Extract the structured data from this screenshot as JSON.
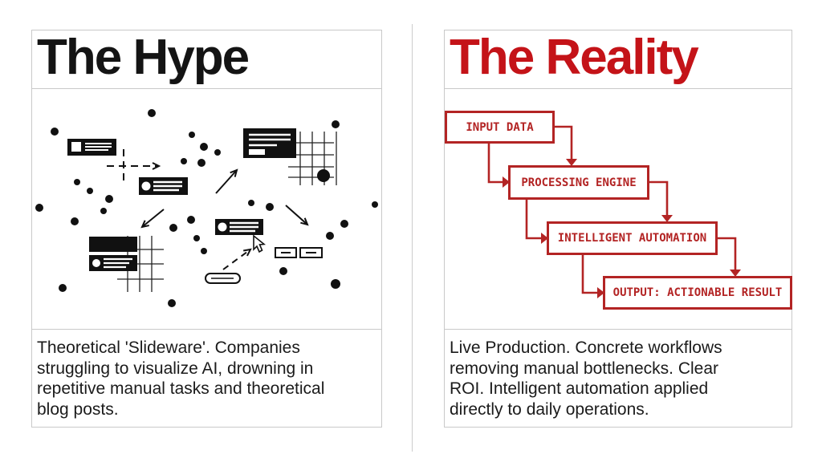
{
  "slide": {
    "left_panel": {
      "title": "The Hype",
      "caption_lines": [
        "Theoretical 'Slideware'. Companies",
        "struggling to visualize AI, drowning in",
        "repetitive manual tasks and theoretical",
        "blog posts."
      ]
    },
    "right_panel": {
      "title": "The Reality",
      "flow_steps": [
        "INPUT DATA",
        "PROCESSING ENGINE",
        "INTELLIGENT AUTOMATION",
        "OUTPUT: ACTIONABLE RESULT"
      ],
      "caption_lines": [
        "Live Production. Concrete workflows",
        "removing manual bottlenecks. Clear",
        "ROI. Intelligent automation applied",
        "directly to daily operations."
      ]
    },
    "colors": {
      "title_ink": "#141414",
      "title_red": "#c41318",
      "flow_red": "#b32424",
      "panel_border": "#c9c9c9",
      "divider": "#cccccc",
      "diagram_ink": "#111111"
    }
  }
}
